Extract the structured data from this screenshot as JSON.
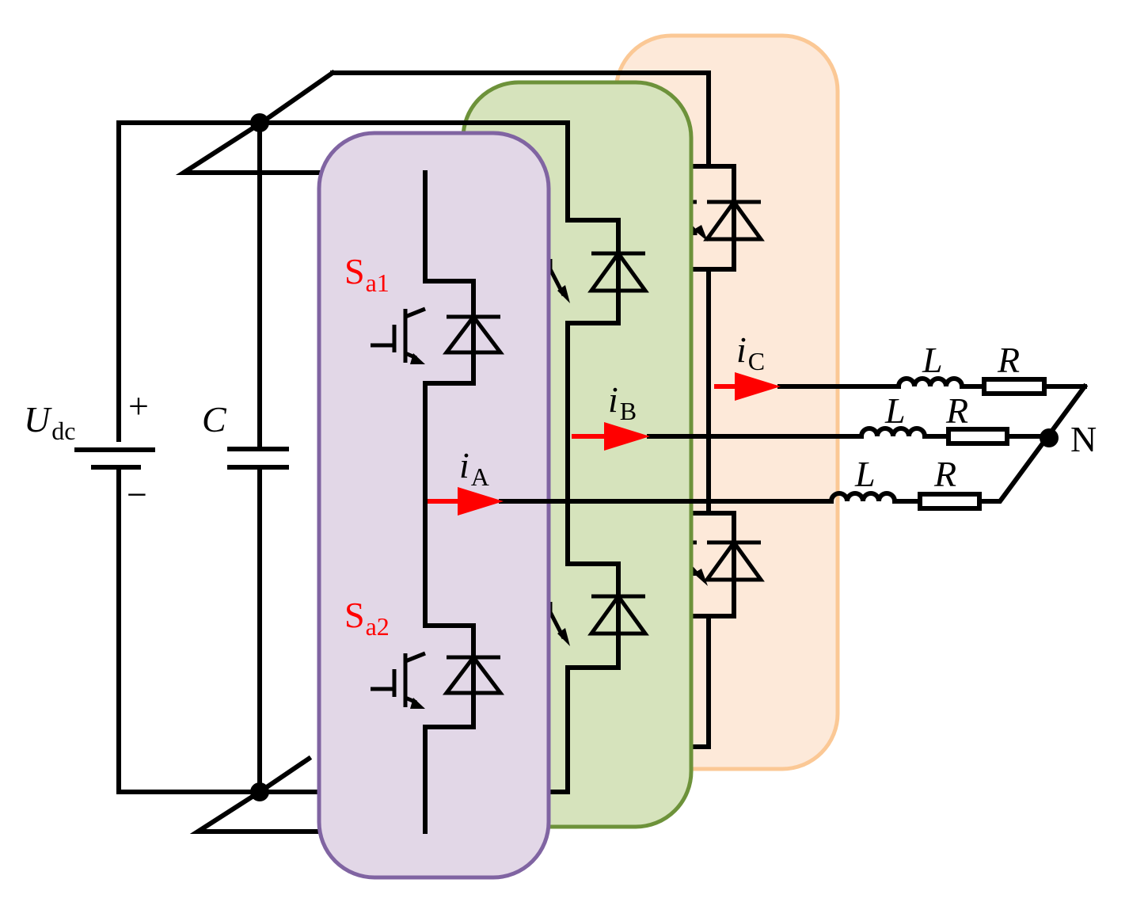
{
  "source": {
    "symbol": "U",
    "subscript": "dc",
    "plus": "+",
    "minus": "−"
  },
  "capacitor": {
    "symbol": "C"
  },
  "switches": [
    {
      "symbol": "S",
      "subscript": "a1"
    },
    {
      "symbol": "S",
      "subscript": "a2"
    }
  ],
  "currents": [
    {
      "symbol": "i",
      "subscript": "A"
    },
    {
      "symbol": "i",
      "subscript": "B"
    },
    {
      "symbol": "i",
      "subscript": "C"
    }
  ],
  "load": {
    "inductor": "L",
    "resistor": "R",
    "neutral": "N"
  },
  "colors": {
    "phase_a_fill": "#e2d7e7",
    "phase_a_border": "#8064a2",
    "phase_b_fill": "#d6e3bc",
    "phase_b_border": "#6d923a",
    "phase_c_fill": "#fde9d9",
    "phase_c_border": "#fbc895",
    "current_arrow": "#ff0000",
    "switch_label": "#ff0000"
  }
}
